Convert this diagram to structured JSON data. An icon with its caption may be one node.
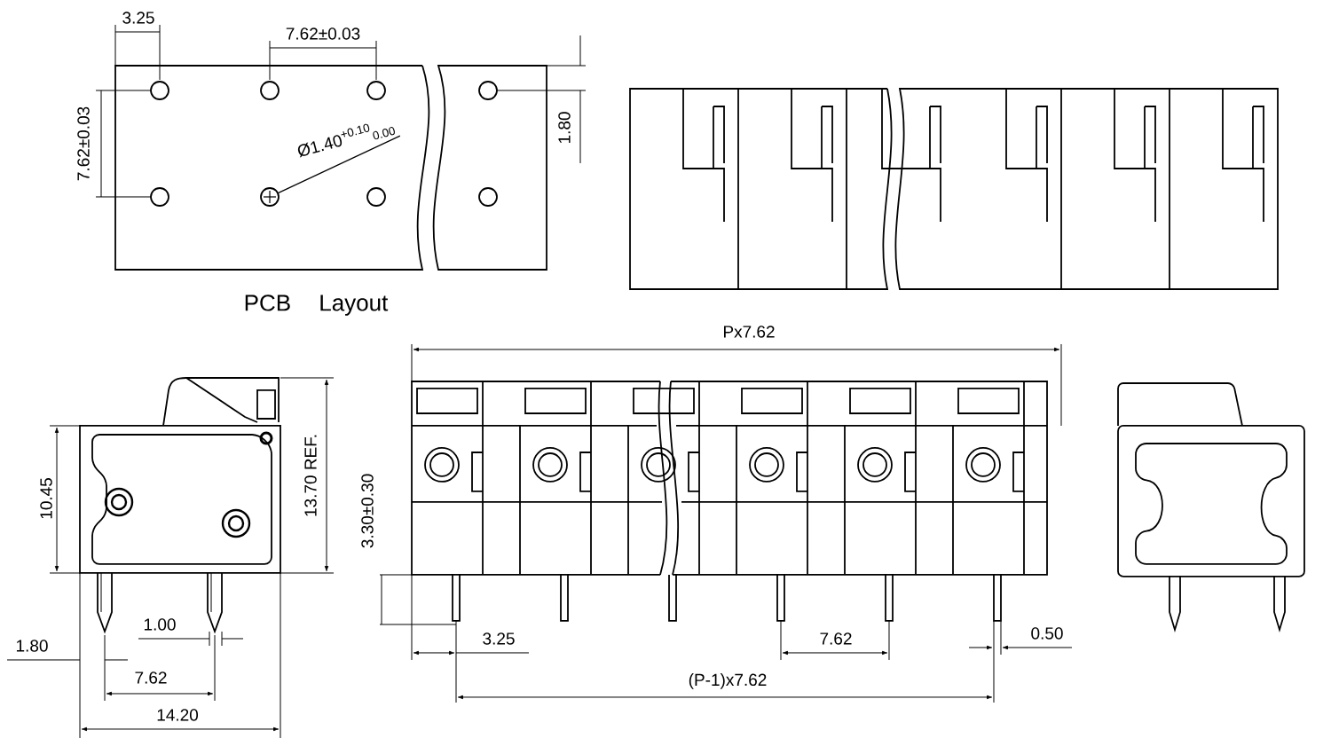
{
  "diagram": {
    "nodes": [
      {
        "text": [
          "Ø1.40$^{+0.10}$$_{0.00}$"
        ]
      },
      {
        "text": [],
        "shape": "circle"
      }
    ],
    "edges": [
      {
        "from": 0,
        "to": 1,
        "arrow": "none"
      }
    ],
    "labels": [
      "3.25",
      "7.62±0.03",
      "7.62±0.03",
      "1.80",
      "PCB Layout",
      "Px7.62",
      "3.30±0.30",
      "10.45",
      "13.70 REF.",
      "1.00",
      "1.80",
      "3.25",
      "7.62",
      "0.50",
      "7.62",
      "(P-1)x7.62",
      "14.20"
    ]
  }
}
